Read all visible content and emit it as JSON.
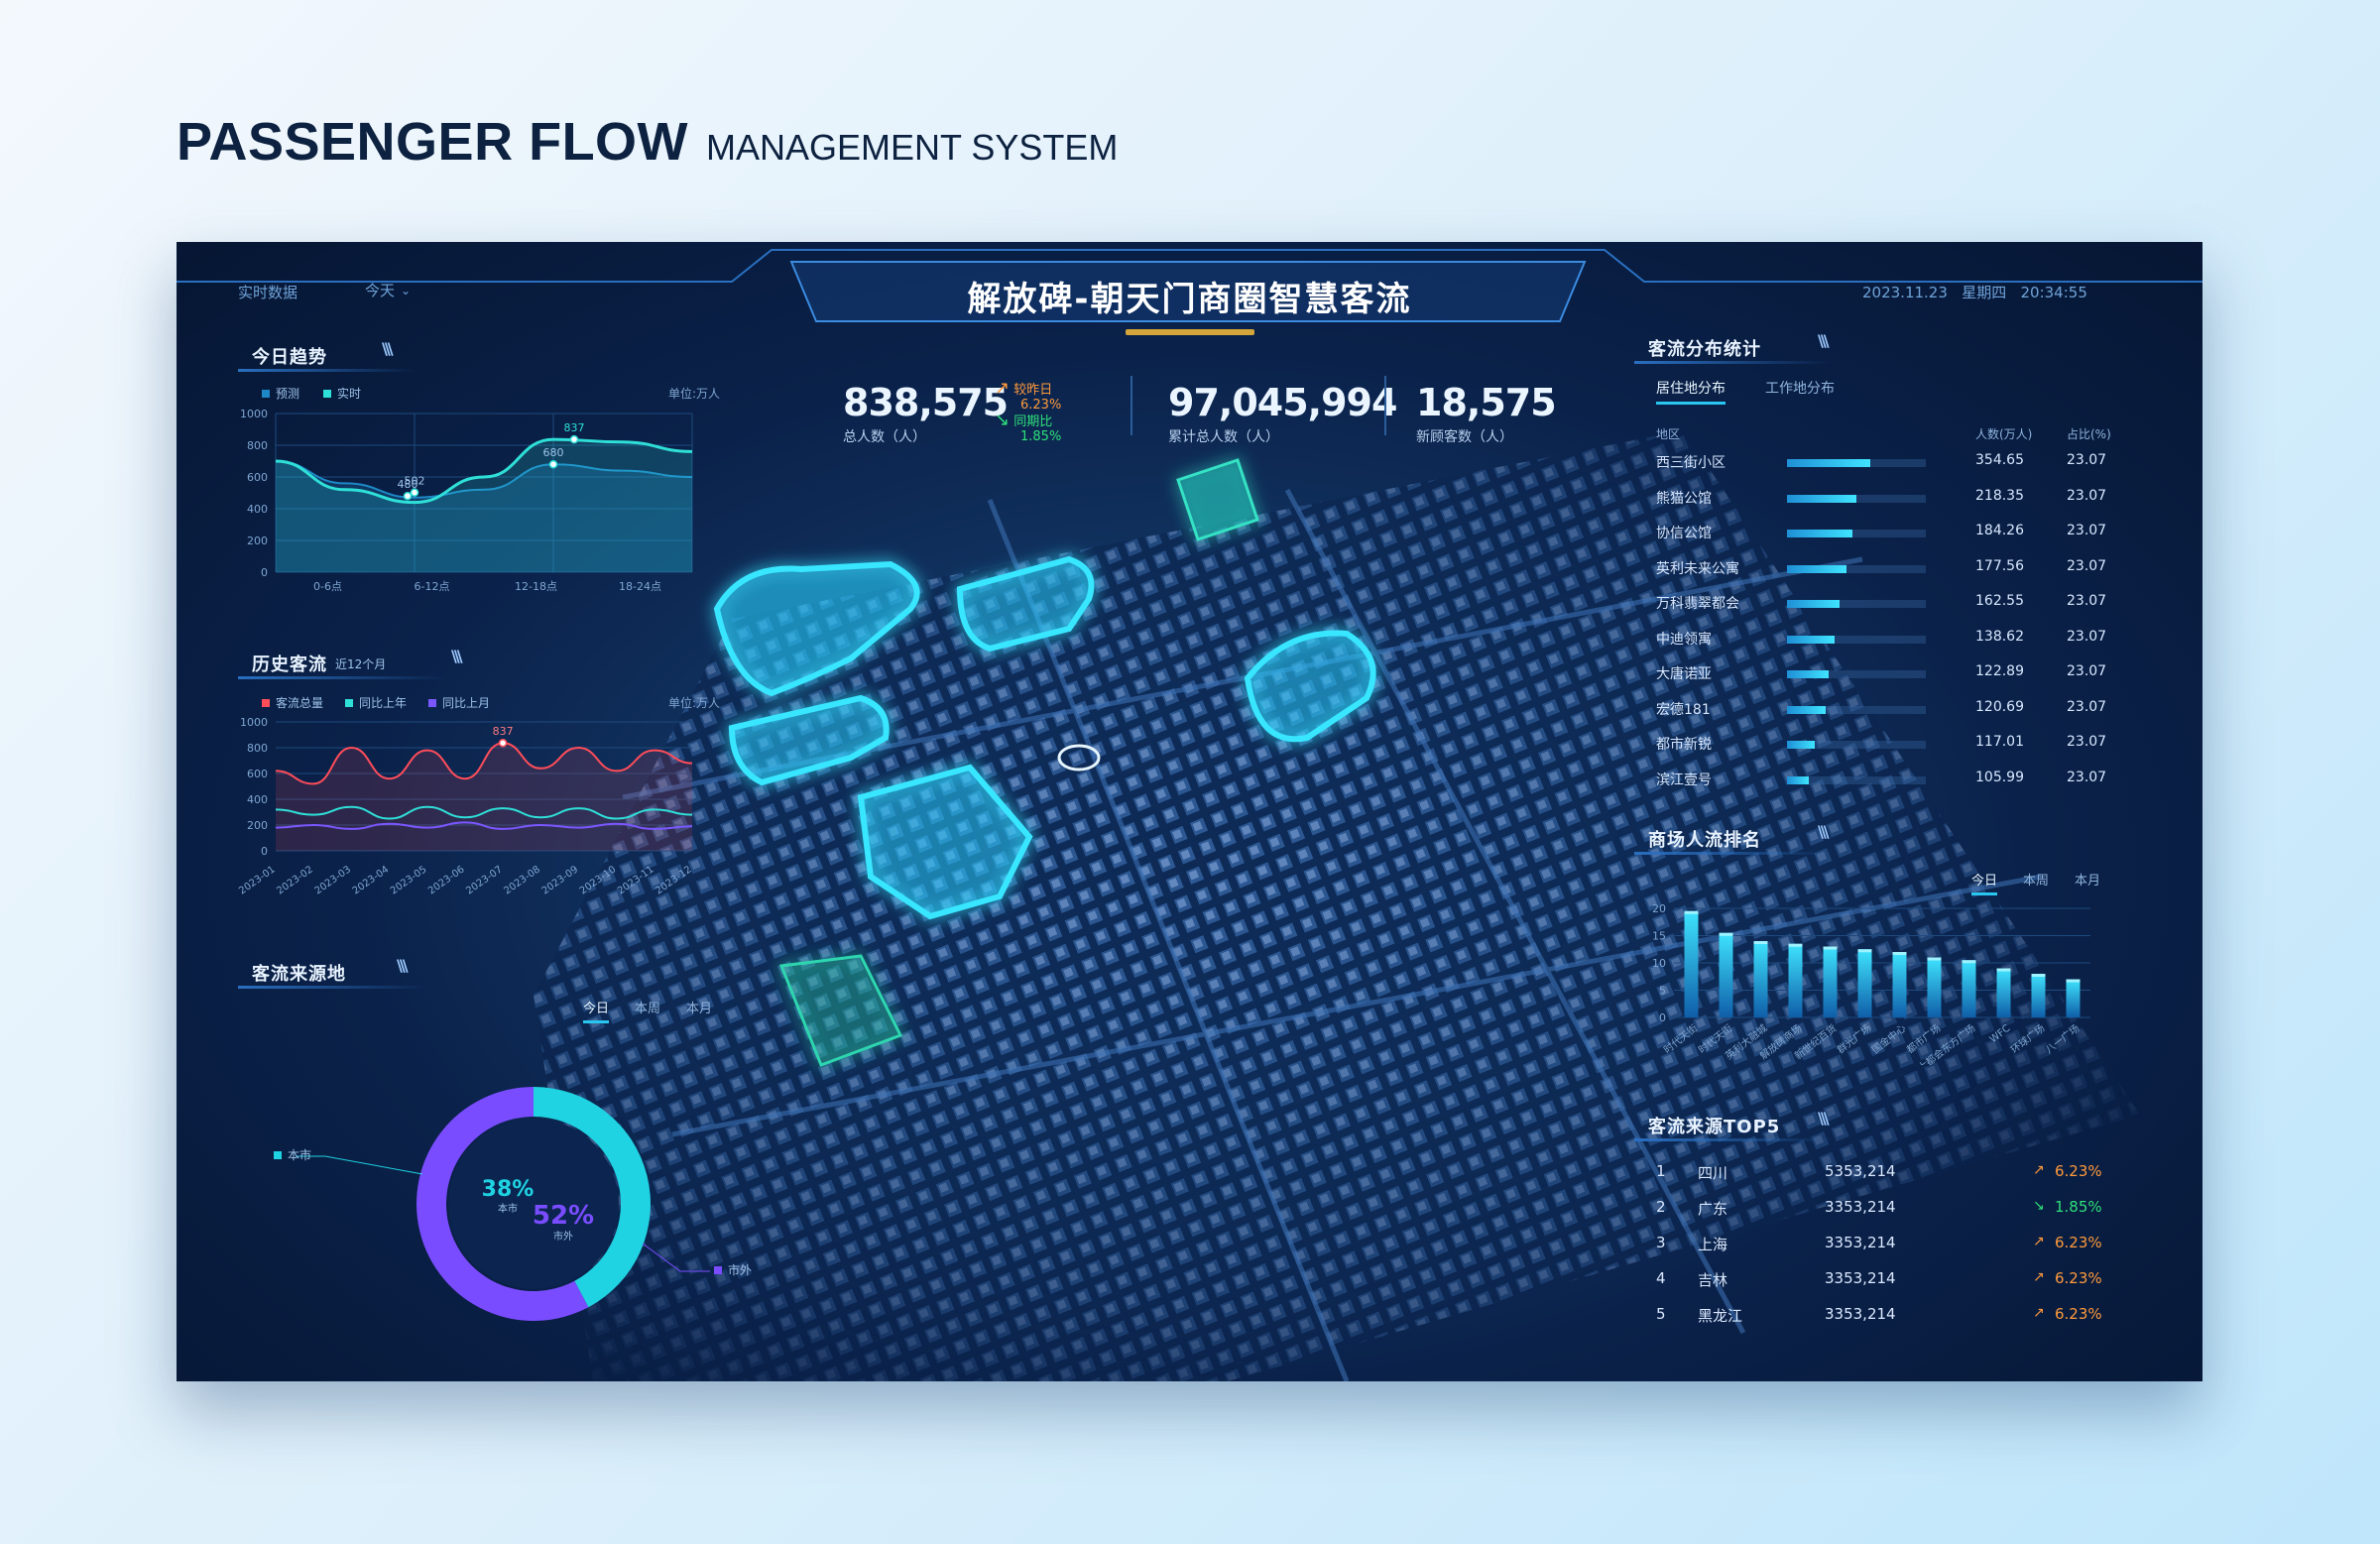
{
  "page": {
    "title_bold": "PASSENGER FLOW",
    "title_light": "MANAGEMENT SYSTEM"
  },
  "header": {
    "title": "解放碑-朝天门商圈智慧客流",
    "realtime_label": "实时数据",
    "date_filter": "今天",
    "datetime": "2023.11.23   星期四   20:34:55"
  },
  "kpis": {
    "total": {
      "value": "838,575",
      "label": "总人数（人）"
    },
    "compare": {
      "up_label": "较昨日",
      "up_value": "6.23%",
      "down_label": "同期比",
      "down_value": "1.85%"
    },
    "cumulative": {
      "value": "97,045,994",
      "label": "累计总人数（人）"
    },
    "new_visitors": {
      "value": "18,575",
      "label": "新顾客数（人）"
    }
  },
  "today_trend": {
    "title": "今日趋势",
    "legend": [
      "预测",
      "实时"
    ],
    "unit": "单位:万人",
    "chart_data": {
      "type": "line",
      "categories": [
        "0-6点",
        "6-12点",
        "12-18点",
        "18-24点"
      ],
      "ylim": [
        0,
        1000
      ],
      "yticks": [
        0,
        200,
        400,
        600,
        800,
        1000
      ],
      "series": [
        {
          "name": "预测",
          "x": [
            0,
            0.5,
            1,
            1.5,
            2,
            2.5,
            3
          ],
          "values": [
            700,
            560,
            470,
            520,
            680,
            640,
            600
          ]
        },
        {
          "name": "实时",
          "x": [
            0,
            0.5,
            1,
            1.5,
            2,
            2.5,
            3
          ],
          "values": [
            700,
            520,
            440,
            600,
            837,
            820,
            760
          ]
        }
      ],
      "point_labels": [
        {
          "x": 1,
          "y": 502,
          "text": "502"
        },
        {
          "x": 0.95,
          "y": 480,
          "text": "480"
        },
        {
          "x": 2,
          "y": 680,
          "text": "680"
        },
        {
          "x": 2.15,
          "y": 837,
          "text": "837"
        }
      ],
      "colors": {
        "预测": "#1e88c7",
        "实时": "#2fe0d8"
      }
    }
  },
  "history": {
    "title": "历史客流",
    "subtitle": "近12个月",
    "legend": [
      "客流总量",
      "同比上年",
      "同比上月"
    ],
    "unit": "单位:万人",
    "chart_data": {
      "type": "line",
      "categories": [
        "2023-01",
        "2023-02",
        "2023-03",
        "2023-04",
        "2023-05",
        "2023-06",
        "2023-07",
        "2023-08",
        "2023-09",
        "2023-10",
        "2023-11",
        "2023-12"
      ],
      "ylim": [
        0,
        1000
      ],
      "yticks": [
        0,
        200,
        400,
        600,
        800,
        1000
      ],
      "series": [
        {
          "name": "客流总量",
          "values": [
            620,
            520,
            800,
            560,
            780,
            560,
            837,
            640,
            800,
            620,
            780,
            680
          ]
        },
        {
          "name": "同比上年",
          "values": [
            320,
            280,
            340,
            250,
            340,
            260,
            330,
            260,
            330,
            250,
            320,
            280
          ]
        },
        {
          "name": "同比上月",
          "values": [
            180,
            200,
            170,
            210,
            180,
            220,
            170,
            200,
            180,
            210,
            170,
            190
          ]
        }
      ],
      "peak_label": "837",
      "colors": {
        "客流总量": "#ff4d5a",
        "同比上年": "#2fe0d8",
        "同比上月": "#7b57ff"
      }
    }
  },
  "source": {
    "title": "客流来源地",
    "tabs": [
      "今日",
      "本周",
      "本月"
    ],
    "chart_data": {
      "type": "pie",
      "slices": [
        {
          "name": "本市",
          "value": 38,
          "label": "38%",
          "color": "#1fd3e2"
        },
        {
          "name": "市外",
          "value": 52,
          "label": "52%",
          "color": "#7a4cff"
        }
      ]
    }
  },
  "distribution": {
    "title": "客流分布统计",
    "tabs": [
      "居住地分布",
      "工作地分布"
    ],
    "headers": [
      "地区",
      "人数(万人)",
      "占比(%)"
    ],
    "rows": [
      {
        "name": "西三街小区",
        "value": "354.65",
        "ratio": "23.07",
        "fill": 0.6
      },
      {
        "name": "熊猫公馆",
        "value": "218.35",
        "ratio": "23.07",
        "fill": 0.5
      },
      {
        "name": "协信公馆",
        "value": "184.26",
        "ratio": "23.07",
        "fill": 0.47
      },
      {
        "name": "英利未来公寓",
        "value": "177.56",
        "ratio": "23.07",
        "fill": 0.43
      },
      {
        "name": "万科翡翠都会",
        "value": "162.55",
        "ratio": "23.07",
        "fill": 0.38
      },
      {
        "name": "中迪领寓",
        "value": "138.62",
        "ratio": "23.07",
        "fill": 0.34
      },
      {
        "name": "大唐诺亚",
        "value": "122.89",
        "ratio": "23.07",
        "fill": 0.3
      },
      {
        "name": "宏德181",
        "value": "120.69",
        "ratio": "23.07",
        "fill": 0.28
      },
      {
        "name": "都市新锐",
        "value": "117.01",
        "ratio": "23.07",
        "fill": 0.2
      },
      {
        "name": "滨江壹号",
        "value": "105.99",
        "ratio": "23.07",
        "fill": 0.16
      }
    ]
  },
  "ranking": {
    "title": "商场人流排名",
    "tabs": [
      "今日",
      "本周",
      "本月"
    ],
    "chart_data": {
      "type": "bar",
      "categories": [
        "时代天街",
        "时代天街",
        "英利大融城",
        "解放碑商场",
        "新世纪百货",
        "群光广场",
        "国金中心",
        "都市广场",
        "大都会东方广场",
        "WFC",
        "环球广场",
        "八一广场"
      ],
      "values": [
        19.5,
        15.5,
        14,
        13.5,
        13,
        12.5,
        12,
        11,
        10.5,
        9,
        8,
        7
      ],
      "ylim": [
        0,
        20
      ],
      "yticks": [
        0,
        5,
        10,
        15,
        20
      ]
    }
  },
  "top5": {
    "title": "客流来源TOP5",
    "rows": [
      {
        "rank": "1",
        "name": "四川",
        "value": "5353,214",
        "pct": "6.23%",
        "dir": "up"
      },
      {
        "rank": "2",
        "name": "广东",
        "value": "3353,214",
        "pct": "1.85%",
        "dir": "down"
      },
      {
        "rank": "3",
        "name": "上海",
        "value": "3353,214",
        "pct": "6.23%",
        "dir": "up"
      },
      {
        "rank": "4",
        "name": "吉林",
        "value": "3353,214",
        "pct": "6.23%",
        "dir": "up"
      },
      {
        "rank": "5",
        "name": "黑龙江",
        "value": "3353,214",
        "pct": "6.23%",
        "dir": "up"
      }
    ]
  },
  "colors": {
    "accent": "#29c6f0",
    "up": "#ff9a3c",
    "down": "#2fe07a",
    "bg": "#0a2149"
  }
}
